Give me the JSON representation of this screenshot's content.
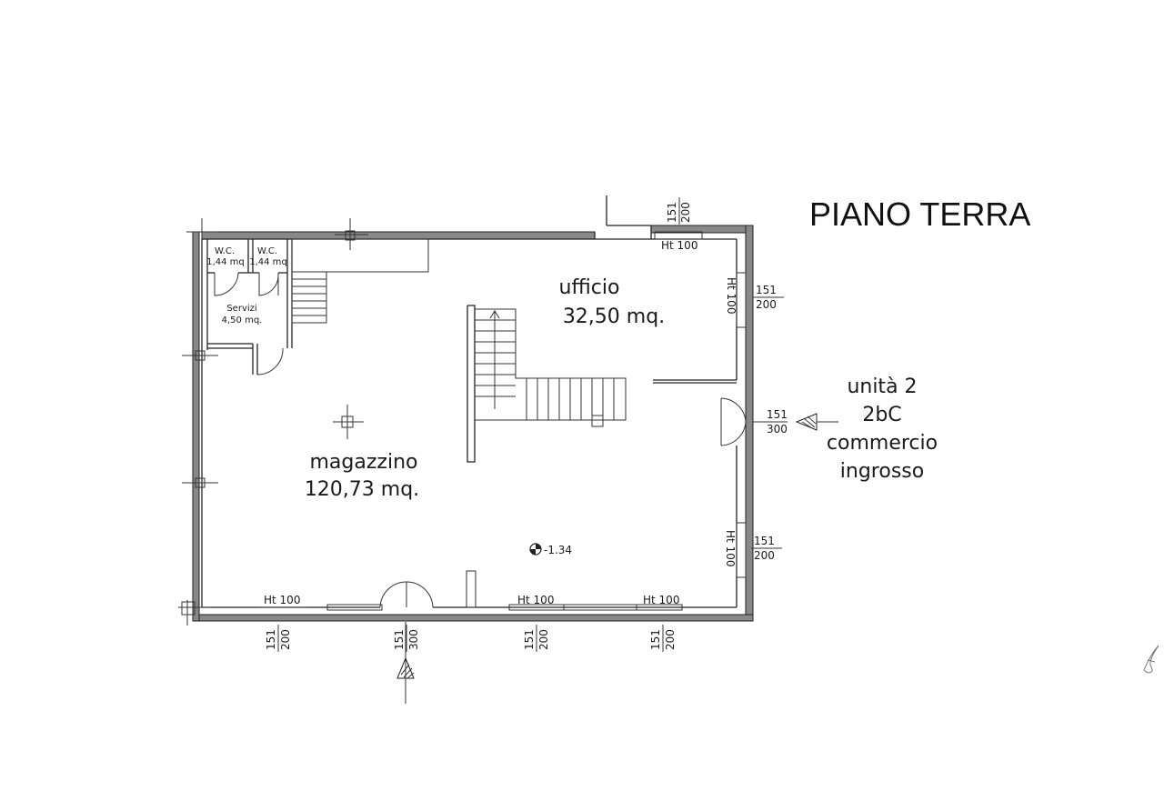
{
  "title": "PIANO TERRA",
  "rooms": {
    "ufficio": {
      "name": "ufficio",
      "area": "32,50 mq."
    },
    "magazzino": {
      "name": "magazzino",
      "area": "120,73 mq."
    },
    "wc1": {
      "name": "W.C.",
      "area": "1,44 mq"
    },
    "wc2": {
      "name": "W.C.",
      "area": "1,44 mq"
    },
    "servizi": {
      "name": "Servizi",
      "area": "4,50 mq."
    }
  },
  "unit": {
    "line1": "unità 2",
    "line2": "2bC",
    "line3": "commercio",
    "line4": "ingrosso"
  },
  "level_mark": "-1.34",
  "window_labels": {
    "ht": "Ht 100",
    "w151": "151",
    "h200": "200",
    "h300": "300"
  }
}
